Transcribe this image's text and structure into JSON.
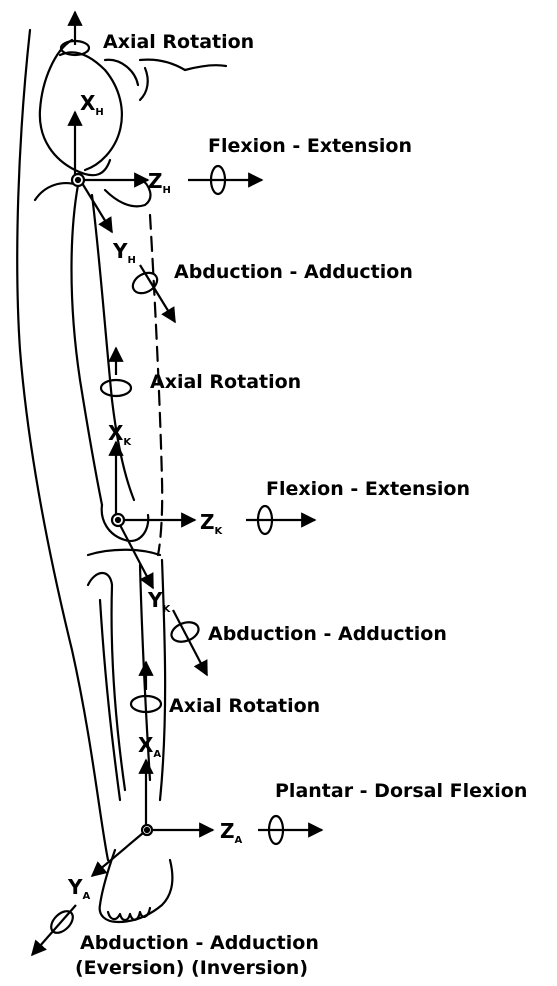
{
  "hip": {
    "axial_rotation": "Axial Rotation",
    "flexion_extension": "Flexion - Extension",
    "abduction_adduction": "Abduction - Adduction",
    "x_axis": "X",
    "x_sub": "H",
    "y_axis": "Y",
    "y_sub": "H",
    "z_axis": "Z",
    "z_sub": "H"
  },
  "knee": {
    "axial_rotation": "Axial Rotation",
    "flexion_extension": "Flexion - Extension",
    "abduction_adduction": "Abduction - Adduction",
    "x_axis": "X",
    "x_sub": "K",
    "y_axis": "Y",
    "y_sub": "K",
    "z_axis": "Z",
    "z_sub": "K"
  },
  "ankle": {
    "axial_rotation": "Axial Rotation",
    "plantar_dorsal_flexion": "Plantar - Dorsal Flexion",
    "abduction_adduction": "Abduction - Adduction",
    "eversion_inversion": "(Eversion) (Inversion)",
    "x_axis": "X",
    "x_sub": "A",
    "y_axis": "Y",
    "y_sub": "A",
    "z_axis": "Z",
    "z_sub": "A"
  }
}
